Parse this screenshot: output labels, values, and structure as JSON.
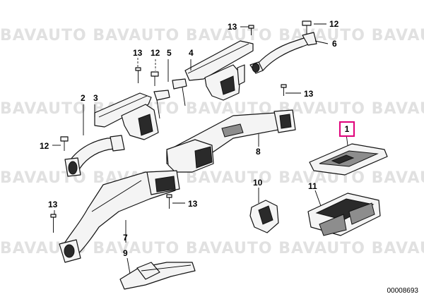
{
  "watermark": {
    "text": "BAVAUTO BAVAUTO BAVAUTO BAVAUTO BAVAUTO"
  },
  "diagram": {
    "callouts": [
      {
        "id": "c13a",
        "label": "13"
      },
      {
        "id": "c12a",
        "label": "12"
      },
      {
        "id": "c6",
        "label": "6"
      },
      {
        "id": "c13b",
        "label": "13"
      },
      {
        "id": "c12b",
        "label": "12"
      },
      {
        "id": "c5",
        "label": "5"
      },
      {
        "id": "c4",
        "label": "4"
      },
      {
        "id": "c13c",
        "label": "13"
      },
      {
        "id": "c2",
        "label": "2"
      },
      {
        "id": "c3",
        "label": "3"
      },
      {
        "id": "c12c",
        "label": "12"
      },
      {
        "id": "c8",
        "label": "8"
      },
      {
        "id": "c1",
        "label": "1"
      },
      {
        "id": "c10",
        "label": "10"
      },
      {
        "id": "c11",
        "label": "11"
      },
      {
        "id": "c13d",
        "label": "13"
      },
      {
        "id": "c13e",
        "label": "13"
      },
      {
        "id": "c7",
        "label": "7"
      },
      {
        "id": "c9",
        "label": "9"
      }
    ],
    "reference_code": "00008693",
    "highlight_color": "#e0007a"
  }
}
